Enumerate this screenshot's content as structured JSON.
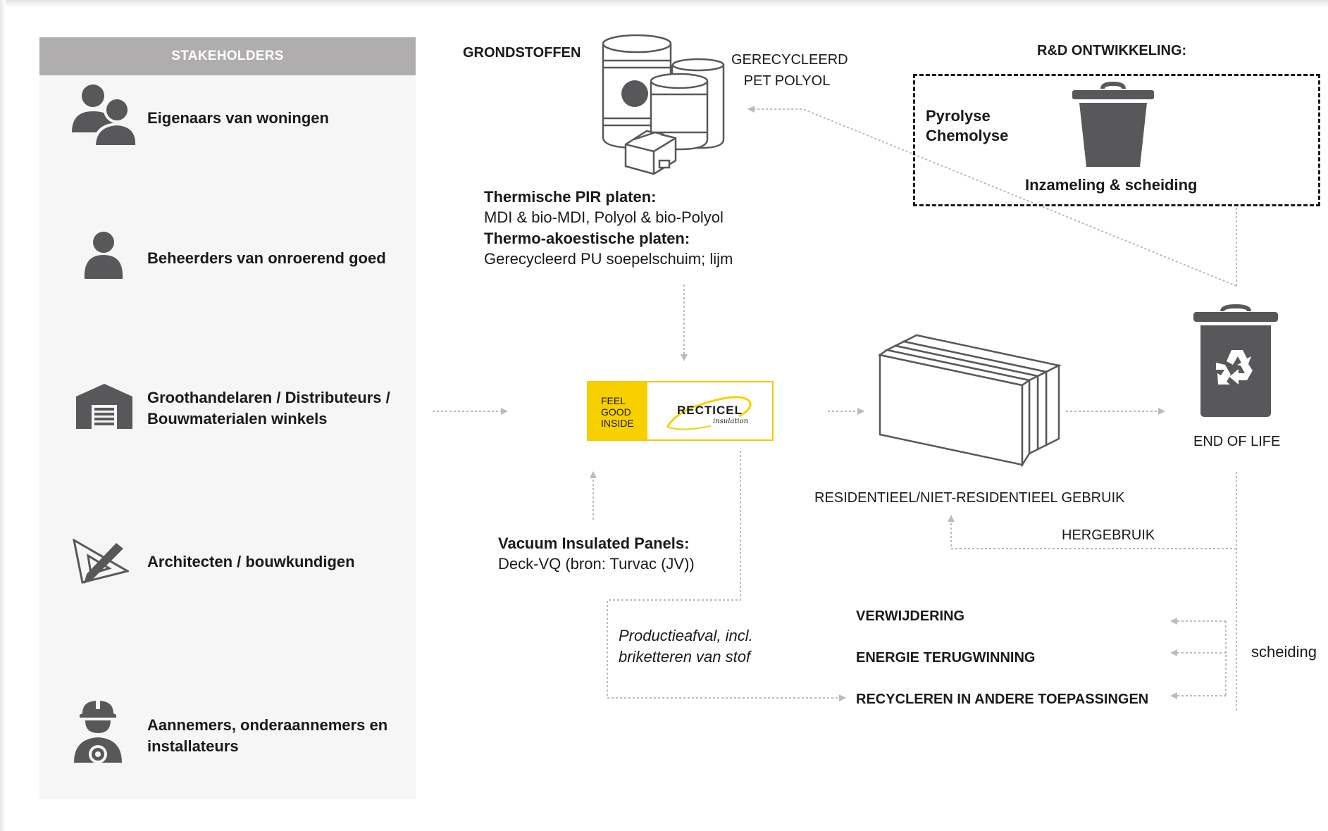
{
  "stakeholders": {
    "header": "STAKEHOLDERS",
    "items": [
      {
        "label": "Eigenaars van woningen",
        "icon": "people-icon"
      },
      {
        "label": "Beheerders van onroerend goed",
        "icon": "person-icon"
      },
      {
        "label": "Groothandelaren / Distributeurs / Bouwmaterialen winkels",
        "icon": "warehouse-icon"
      },
      {
        "label": "Architecten / bouwkundigen",
        "icon": "drafting-pencil-icon"
      },
      {
        "label": "Aannemers, onderaannemers en installateurs",
        "icon": "worker-gear-icon"
      }
    ]
  },
  "raw_materials": {
    "title": "GRONDSTOFFEN",
    "recycled_label_1": "GERECYCLEERD",
    "recycled_label_2": "PET POLYOL",
    "pir_title": "Thermische PIR platen:",
    "pir_text": "MDI & bio-MDI, Polyol & bio-Polyol",
    "acoustic_title": "Thermo-akoestische platen:",
    "acoustic_text": "Gerecycleerd PU soepelschuim; lijm"
  },
  "rd": {
    "title": "R&D ONTWIKKELING:",
    "method_1": "Pyrolyse",
    "method_2": "Chemolyse",
    "collection": "Inzameling & scheiding"
  },
  "logo": {
    "tag_1": "FEEL",
    "tag_2": "GOOD",
    "tag_3": "INSIDE",
    "brand": "RECTICEL",
    "sub": "insulation"
  },
  "vip": {
    "title": "Vacuum Insulated Panels:",
    "text": "Deck-VQ (bron: Turvac (JV))"
  },
  "use": {
    "label": "RESIDENTIEEL/NIET-RESIDENTIEEL GEBRUIK"
  },
  "end_of_life": {
    "label": "END OF LIFE"
  },
  "reuse": {
    "label": "HERGEBRUIK"
  },
  "production_waste": {
    "line_1": "Productieafval, incl.",
    "line_2": "briketteren van stof"
  },
  "outcomes": {
    "items": [
      "VERWIJDERING",
      "ENERGIE TERUGWINNING",
      "RECYCLEREN IN ANDERE TOEPASSINGEN"
    ],
    "separation": "scheiding"
  },
  "colors": {
    "header_bg": "#b0adae",
    "panel_bg": "#f6f6f6",
    "icon_gray": "#58585a",
    "arrow_gray": "#bbbbbb",
    "logo_yellow": "#f8d000"
  }
}
